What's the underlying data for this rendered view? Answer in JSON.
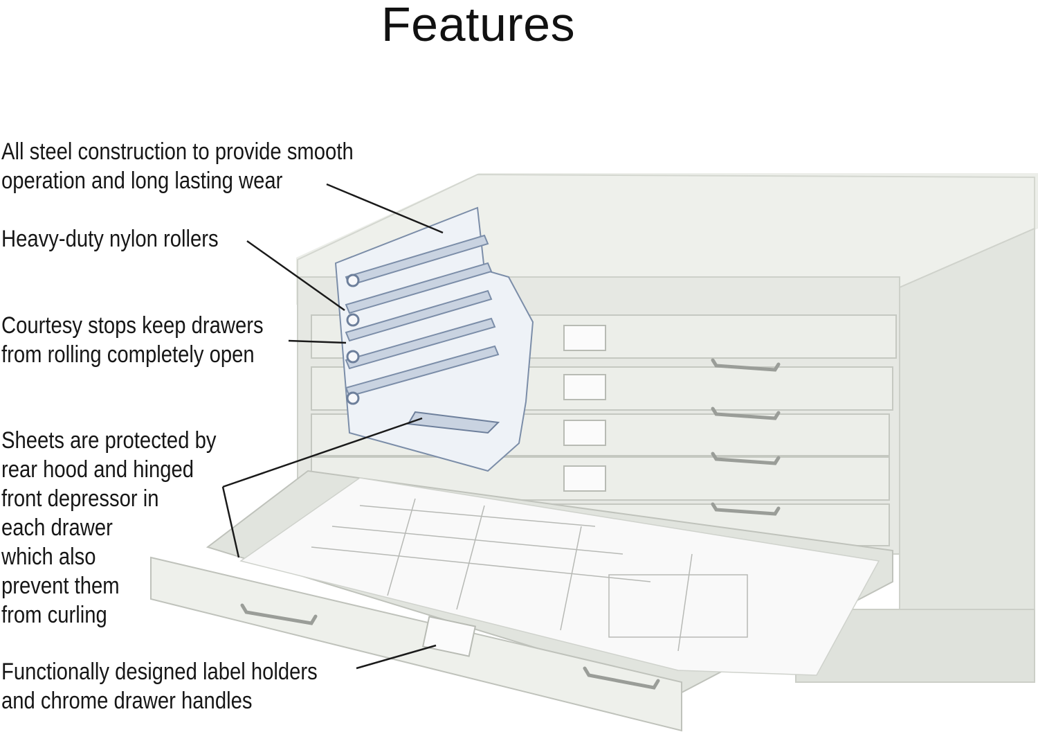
{
  "title": "Features",
  "callouts": [
    {
      "lines": [
        "All steel construction to provide smooth",
        "operation and long lasting wear"
      ]
    },
    {
      "lines": [
        "Heavy-duty nylon rollers"
      ]
    },
    {
      "lines": [
        "Courtesy stops keep drawers",
        "from rolling completely open"
      ]
    },
    {
      "lines": [
        "Sheets are protected by",
        "rear hood and hinged",
        "front depressor in",
        "each drawer",
        "which also",
        "prevent them",
        "from curling"
      ]
    },
    {
      "lines": [
        "Functionally designed label holders",
        "and chrome drawer handles"
      ]
    }
  ],
  "colors": {
    "cabinet": "#e9ebe6",
    "cabinet_shade": "#d6d9d3",
    "cutaway_blue": "#b9c6d8",
    "leader_line": "#1a1a1a"
  }
}
